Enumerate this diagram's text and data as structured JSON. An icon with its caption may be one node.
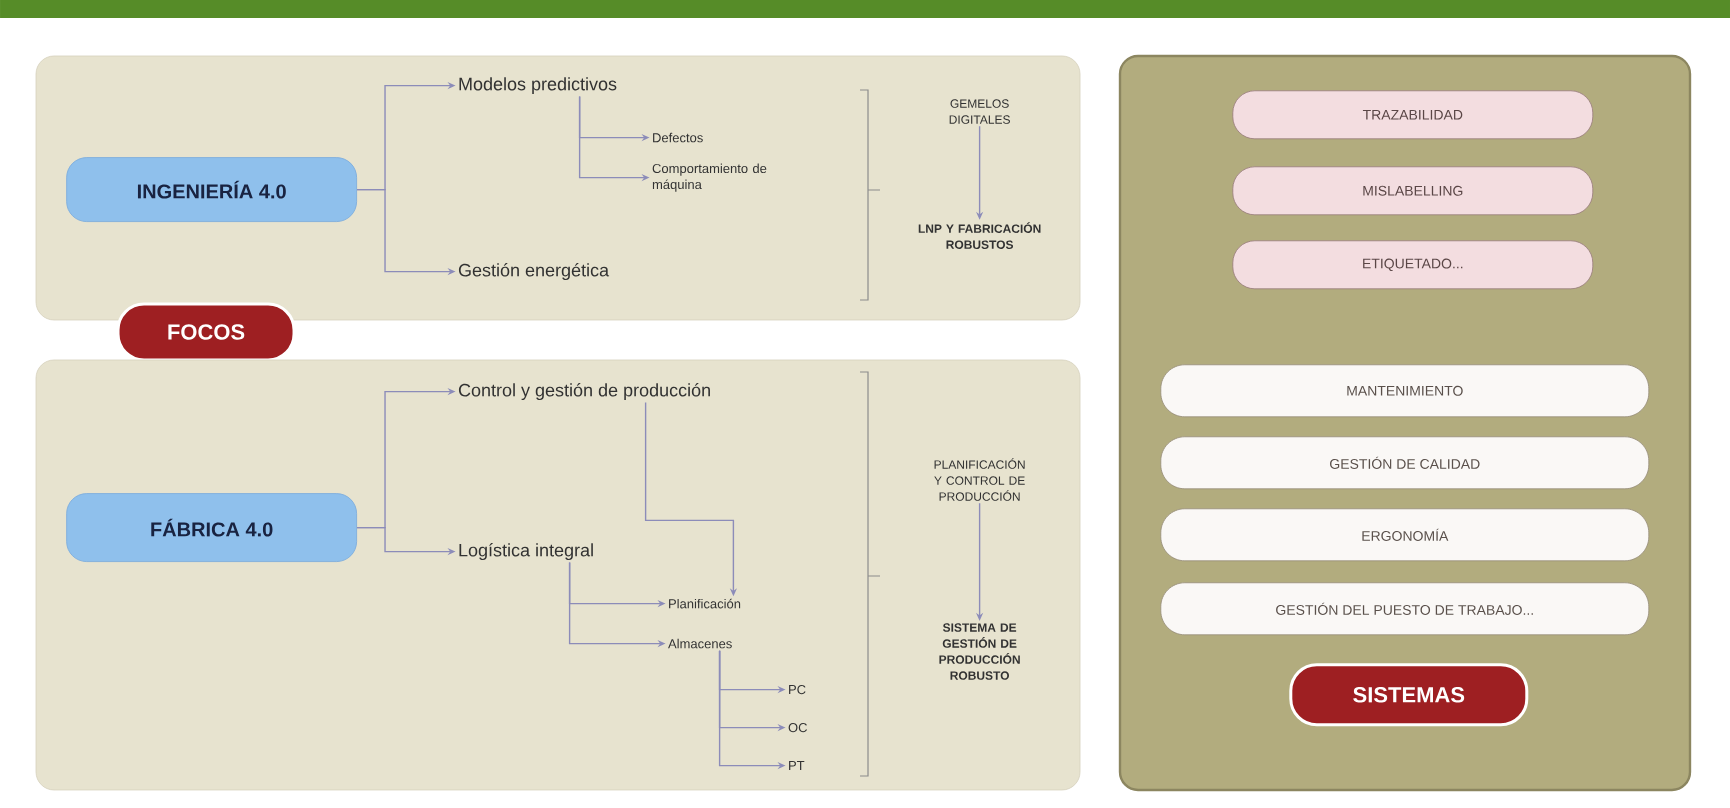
{
  "diagram": {
    "nodes": [
      {
        "text": [],
        "shape": "box"
      },
      {
        "text": [
          "INGENIERÍA 4.0"
        ],
        "in": 0
      },
      {
        "text": [
          "Modelos predictivos"
        ],
        "in": 0
      },
      {
        "text": [
          "Defectos"
        ],
        "in": 0
      },
      {
        "text": [
          "Comportamiento de máquina"
        ],
        "in": 0
      },
      {
        "text": [
          "Gestión energética"
        ],
        "in": 0
      },
      {
        "text": [
          "GEMELOS DIGITALES"
        ],
        "in": 0
      },
      {
        "text": [
          "LNP Y FABRICACIÓN ROBUSTOS"
        ],
        "in": 0
      },
      {
        "text": [
          "FOCOS"
        ]
      },
      {
        "text": [],
        "shape": "box"
      },
      {
        "text": [
          "FÁBRICA 4.0"
        ],
        "in": 9
      },
      {
        "text": [
          "Control y gestión de producción"
        ],
        "in": 9
      },
      {
        "text": [
          "Logística integral"
        ],
        "in": 9
      },
      {
        "text": [
          "Planificación"
        ],
        "in": 9
      },
      {
        "text": [
          "Almacenes"
        ],
        "in": 9
      },
      {
        "text": [
          "PC"
        ],
        "in": 9
      },
      {
        "text": [
          "OC"
        ],
        "in": 9
      },
      {
        "text": [
          "PT"
        ],
        "in": 9
      },
      {
        "text": [
          "PLANIFICACIÓN Y CONTROL DE PRODUCCIÓN"
        ],
        "in": 9
      },
      {
        "text": [
          "SISTEMA DE GESTIÓN DE PRODUCCIÓN ROBUSTO"
        ],
        "in": 9
      },
      {
        "text": [],
        "shape": "box"
      },
      {
        "text": [
          "TRAZABILIDAD"
        ],
        "in": 20
      },
      {
        "text": [
          "MISLABELLING"
        ],
        "in": 20
      },
      {
        "text": [
          "ETIQUETADO..."
        ],
        "in": 20
      },
      {
        "text": [
          "MANTENIMIENTO"
        ],
        "in": 20
      },
      {
        "text": [
          "GESTIÓN DE CALIDAD"
        ],
        "in": 20
      },
      {
        "text": [
          "ERGONOMÍA"
        ],
        "in": 20
      },
      {
        "text": [
          "GESTIÓN DEL PUESTO DE TRABAJO..."
        ],
        "in": 20
      },
      {
        "text": [
          "SISTEMAS"
        ],
        "in": 20
      }
    ],
    "edges": [
      {
        "from": 1,
        "to": 2,
        "arrow": "to"
      },
      {
        "from": 1,
        "to": 5,
        "arrow": "to"
      },
      {
        "from": 2,
        "to": 3,
        "arrow": "to"
      },
      {
        "from": 2,
        "to": 4,
        "arrow": "to"
      },
      {
        "from": 6,
        "to": 7,
        "arrow": "to"
      },
      {
        "from": 10,
        "to": 11,
        "arrow": "to"
      },
      {
        "from": 10,
        "to": 12,
        "arrow": "to"
      },
      {
        "from": 11,
        "to": 13,
        "arrow": "to"
      },
      {
        "from": 12,
        "to": 13,
        "arrow": "to"
      },
      {
        "from": 12,
        "to": 14,
        "arrow": "to"
      },
      {
        "from": 14,
        "to": 15,
        "arrow": "to"
      },
      {
        "from": 14,
        "to": 16,
        "arrow": "to"
      },
      {
        "from": 14,
        "to": 17,
        "arrow": "to"
      },
      {
        "from": 18,
        "to": 19,
        "arrow": "to"
      }
    ]
  }
}
